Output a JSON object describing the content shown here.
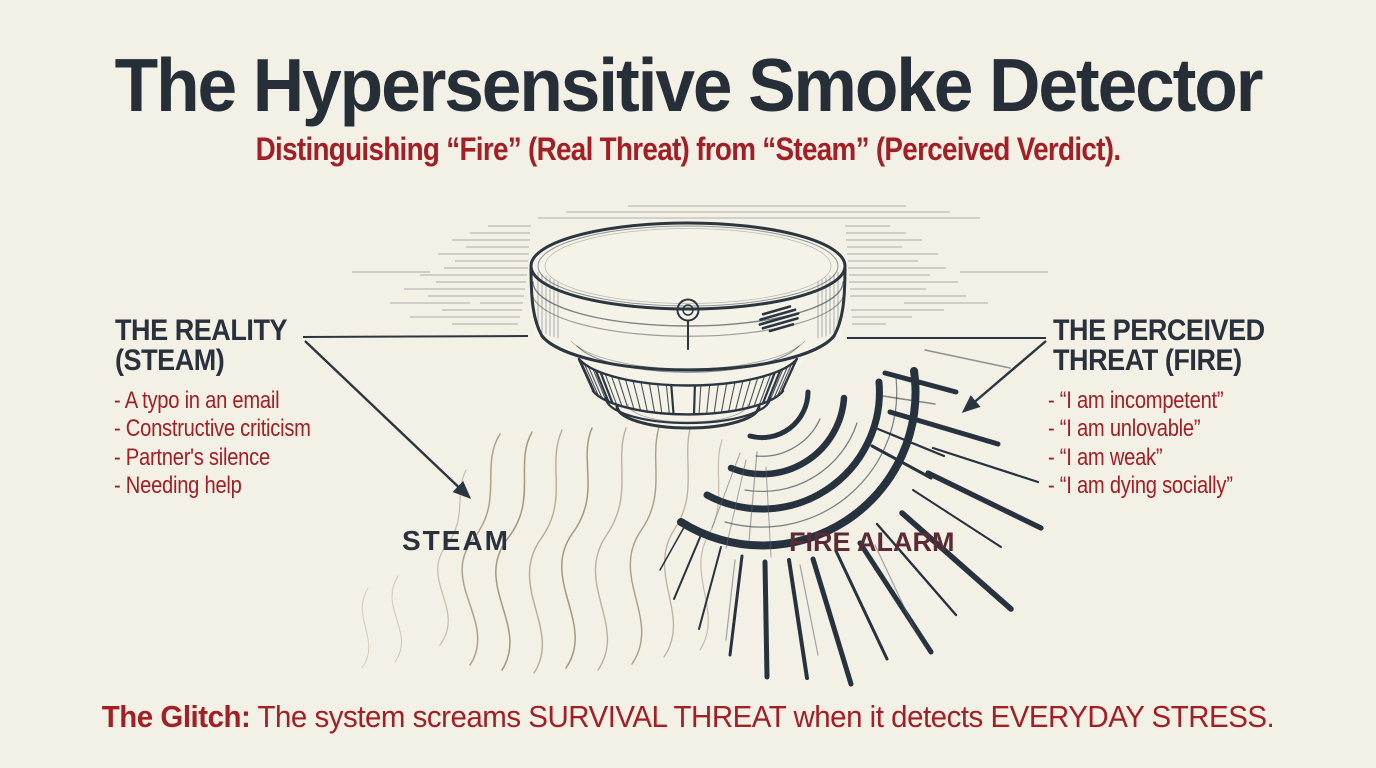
{
  "title": "The Hypersensitive Smoke Detector",
  "subtitle": "Distinguishing “Fire” (Real Threat) from “Steam” (Perceived Verdict).",
  "reality": {
    "heading_line1": "THE REALITY",
    "heading_line2": "(STEAM)",
    "items": [
      "- A typo in an email",
      "- Constructive criticism",
      "- Partner's silence",
      "- Needing help"
    ]
  },
  "perceived": {
    "heading_line1": "THE PERCEIVED",
    "heading_line2": "THREAT (FIRE)",
    "items": [
      "- “I am incompetent”",
      "- “I am unlovable”",
      "- “I am weak”",
      "- “I am dying socially”"
    ]
  },
  "labels": {
    "steam": "STEAM",
    "fire_alarm": "FIRE ALARM"
  },
  "footer": {
    "lead": "The Glitch:",
    "rest": " The system screams SURVIVAL THREAT when it detects EVERYDAY STRESS."
  },
  "colors": {
    "background": "#f3f0e6",
    "title-ink": "#262e38",
    "accent-red": "#a21f25",
    "maroon": "#5b2b35",
    "ink": "#2c3640",
    "heading-ink": "#29313c"
  }
}
